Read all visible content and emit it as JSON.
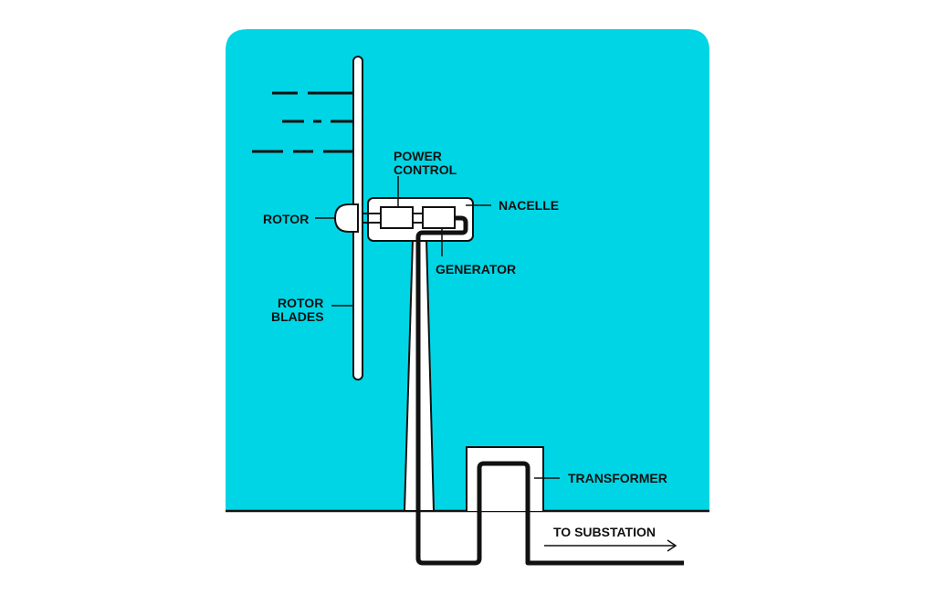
{
  "colors": {
    "sky": "#00D5E5",
    "line": "#111111",
    "fill": "#ffffff"
  },
  "labels": {
    "power_control": [
      "POWER",
      "CONTROL"
    ],
    "nacelle": "NACELLE",
    "rotor": "ROTOR",
    "generator": "GENERATOR",
    "rotor_blades": [
      "ROTOR",
      "BLADES"
    ],
    "transformer": "TRANSFORMER",
    "to_substation": "TO SUBSTATION"
  }
}
